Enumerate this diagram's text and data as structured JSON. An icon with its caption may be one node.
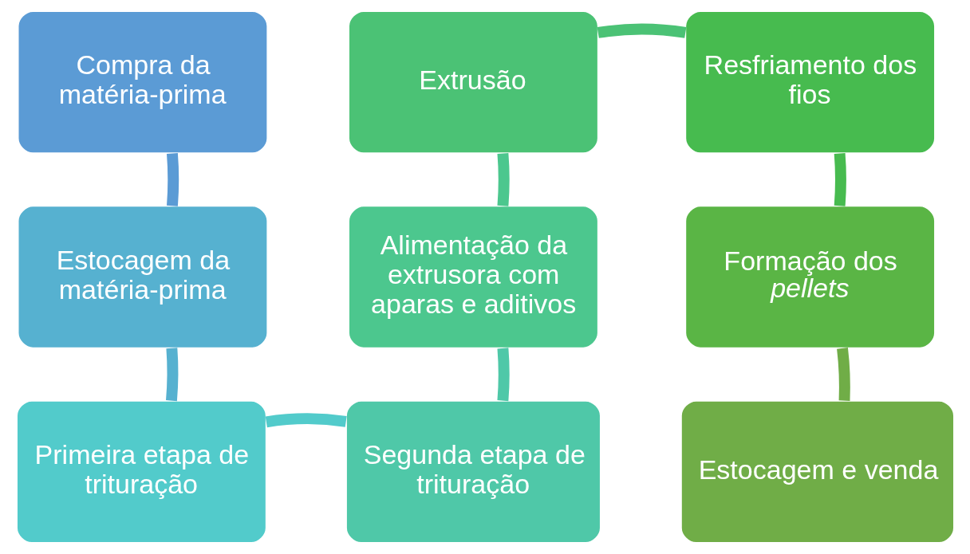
{
  "diagram": {
    "nodes": [
      {
        "text": [
          "Compra da matéria-prima"
        ]
      },
      {
        "text": [
          "Estocagem da matéria-prima"
        ]
      },
      {
        "text": [
          "Primeira etapa de trituração"
        ]
      },
      {
        "text": [
          "Segunda etapa de trituração"
        ]
      },
      {
        "text": [
          "Alimentação da extrusora com aparas e aditivos"
        ]
      },
      {
        "text": [
          "Extrusão"
        ]
      },
      {
        "text": [
          "Resfriamento dos fios"
        ]
      },
      {
        "text": [
          "Formação dos *pellets*"
        ]
      },
      {
        "text": [
          "Estocagem e venda"
        ]
      }
    ],
    "edges": [
      {
        "from": 0,
        "to": 1,
        "arrow": "none",
        "color": "#5b9bd5"
      },
      {
        "from": 1,
        "to": 2,
        "arrow": "none",
        "color": "#56b1d0"
      },
      {
        "from": 2,
        "to": 3,
        "arrow": "none",
        "color": "#52cbcb"
      },
      {
        "from": 3,
        "to": 4,
        "arrow": "none",
        "color": "#4fc8a8"
      },
      {
        "from": 4,
        "to": 5,
        "arrow": "none",
        "color": "#4cc78e"
      },
      {
        "from": 5,
        "to": 6,
        "arrow": "none",
        "color": "#4bc275"
      },
      {
        "from": 6,
        "to": 7,
        "arrow": "none",
        "color": "#47bb4f"
      },
      {
        "from": 7,
        "to": 8,
        "arrow": "none",
        "color": "#70ad47"
      }
    ]
  }
}
